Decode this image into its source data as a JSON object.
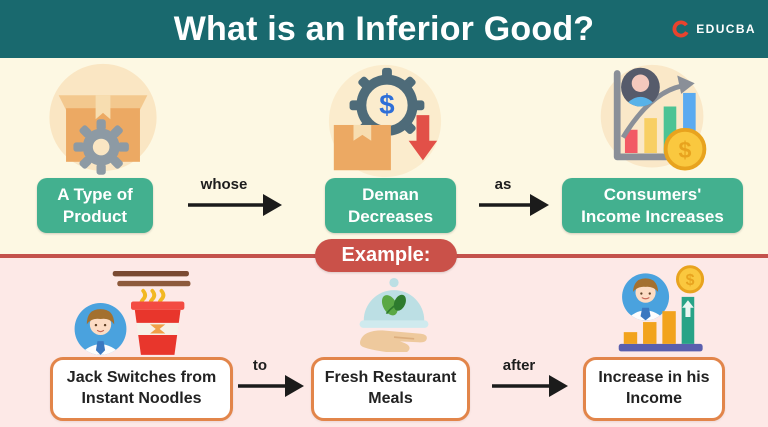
{
  "header": {
    "title": "What is an Inferior Good?",
    "brand": {
      "name": "EDUCBA",
      "logo_icon": "educba-e-icon"
    }
  },
  "definition_flow": {
    "steps": [
      {
        "icon": "product-box-icon",
        "lines": [
          "A Type of",
          "Product"
        ]
      },
      {
        "icon": "demand-decrease-icon",
        "lines": [
          "Deman",
          "Decreases"
        ]
      },
      {
        "icon": "income-growth-chart-icon",
        "lines": [
          "Consumers'",
          "Income Increases"
        ]
      }
    ],
    "connectors": [
      {
        "label": "whose"
      },
      {
        "label": "as"
      }
    ]
  },
  "example_section": {
    "badge": "Example:",
    "steps": [
      {
        "icon": "man-with-instant-noodles-icon",
        "lines": [
          "Jack Switches from",
          "Instant Noodles"
        ]
      },
      {
        "icon": "restaurant-meal-icon",
        "lines": [
          "Fresh Restaurant",
          "Meals"
        ]
      },
      {
        "icon": "income-increase-icon",
        "lines": [
          "Increase in his",
          "Income"
        ]
      }
    ],
    "connectors": [
      {
        "label": "to"
      },
      {
        "label": "after"
      }
    ]
  },
  "colors": {
    "banner_bg": "#19696e",
    "upper_bg": "#fdf8e3",
    "lower_bg": "#fde9e7",
    "step_pill_bg": "#43b08f",
    "example_badge_bg": "#ca5149",
    "divider": "#c4524c",
    "example_box_border": "#e2854a",
    "brand_red": "#e8432e"
  }
}
